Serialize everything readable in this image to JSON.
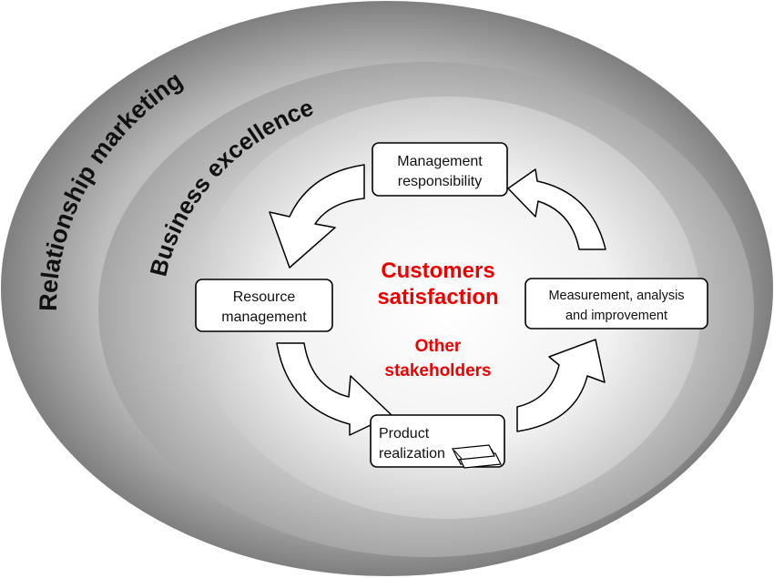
{
  "rings": {
    "outer_label": "Relationship marketing",
    "middle_label": "Business excellence"
  },
  "center": {
    "primary_line1": "Customers",
    "primary_line2": "satisfaction",
    "secondary_line1": "Other",
    "secondary_line2": "stakeholders",
    "color": "#ee0000"
  },
  "nodes": {
    "management": {
      "line1": "Management",
      "line2": "responsibility"
    },
    "resource": {
      "line1": "Resource",
      "line2": "management"
    },
    "product": {
      "line1": "Product",
      "line2": "realization"
    },
    "measurement": {
      "line1": "Measurement, analysis",
      "line2": "and improvement"
    }
  },
  "colors": {
    "outer_ring": "#8c8c8c",
    "middle_ring": "#b4b4b4",
    "inner_center": "#ffffff",
    "box_fill": "#ffffff",
    "box_stroke": "#000000",
    "arrow_fill": "#ffffff",
    "arrow_stroke": "#000000"
  }
}
